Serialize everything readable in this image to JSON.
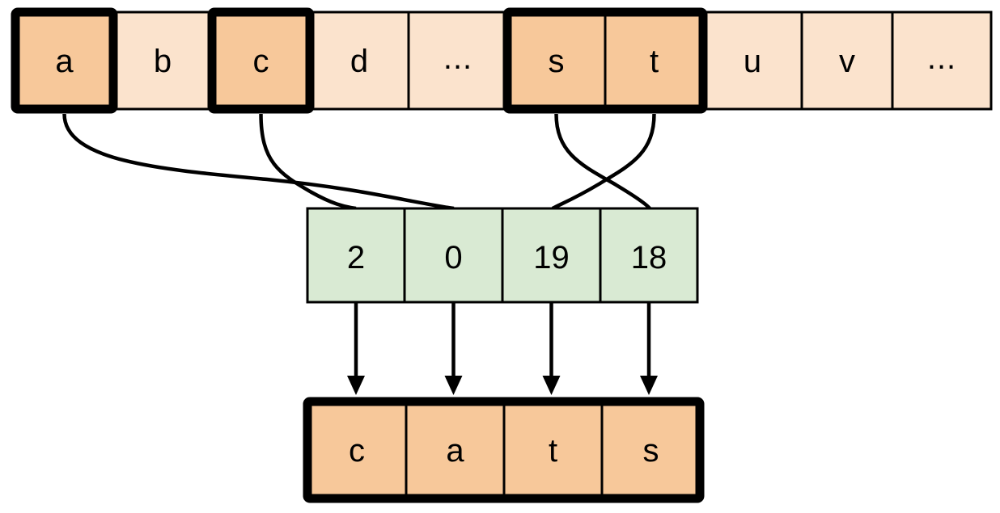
{
  "diagram": {
    "title": "string-index-encoding-diagram",
    "colors": {
      "highlight_fill": "#f7c89a",
      "plain_fill": "#fbe3cd",
      "index_fill": "#d9ead3",
      "result_fill": "#f7c89a",
      "stroke": "#000000",
      "background": "#ffffff"
    }
  },
  "alphabet_row": {
    "name": "alphabet-row",
    "cells": [
      {
        "label": "a",
        "highlighted": true,
        "grouped": true
      },
      {
        "label": "b",
        "highlighted": false,
        "grouped": false
      },
      {
        "label": "c",
        "highlighted": true,
        "grouped": true
      },
      {
        "label": "d",
        "highlighted": false,
        "grouped": false
      },
      {
        "label": "...",
        "highlighted": false,
        "grouped": false
      },
      {
        "label": "s",
        "highlighted": true,
        "grouped": true
      },
      {
        "label": "t",
        "highlighted": true,
        "grouped": true
      },
      {
        "label": "u",
        "highlighted": false,
        "grouped": false
      },
      {
        "label": "v",
        "highlighted": false,
        "grouped": false
      },
      {
        "label": "...",
        "highlighted": false,
        "grouped": false
      }
    ]
  },
  "index_row": {
    "name": "index-row",
    "cells": [
      {
        "label": "2"
      },
      {
        "label": "0"
      },
      {
        "label": "19"
      },
      {
        "label": "18"
      }
    ]
  },
  "result_row": {
    "name": "result-row",
    "word": "cats",
    "cells": [
      {
        "label": "c"
      },
      {
        "label": "a"
      },
      {
        "label": "t"
      },
      {
        "label": "s"
      }
    ]
  },
  "connections": {
    "curves": [
      {
        "from_letter": "a",
        "to_index": "0",
        "from_cell": 0,
        "to_cell": 1
      },
      {
        "from_letter": "c",
        "to_index": "2",
        "from_cell": 2,
        "to_cell": 0
      },
      {
        "from_letter": "s",
        "to_index": "18",
        "from_cell": 5,
        "to_cell": 3
      },
      {
        "from_letter": "t",
        "to_index": "19",
        "from_cell": 6,
        "to_cell": 2
      }
    ],
    "arrows": [
      {
        "from_index": "2",
        "to_letter": "c"
      },
      {
        "from_index": "0",
        "to_letter": "a"
      },
      {
        "from_index": "19",
        "to_letter": "t"
      },
      {
        "from_index": "18",
        "to_letter": "s"
      }
    ]
  }
}
